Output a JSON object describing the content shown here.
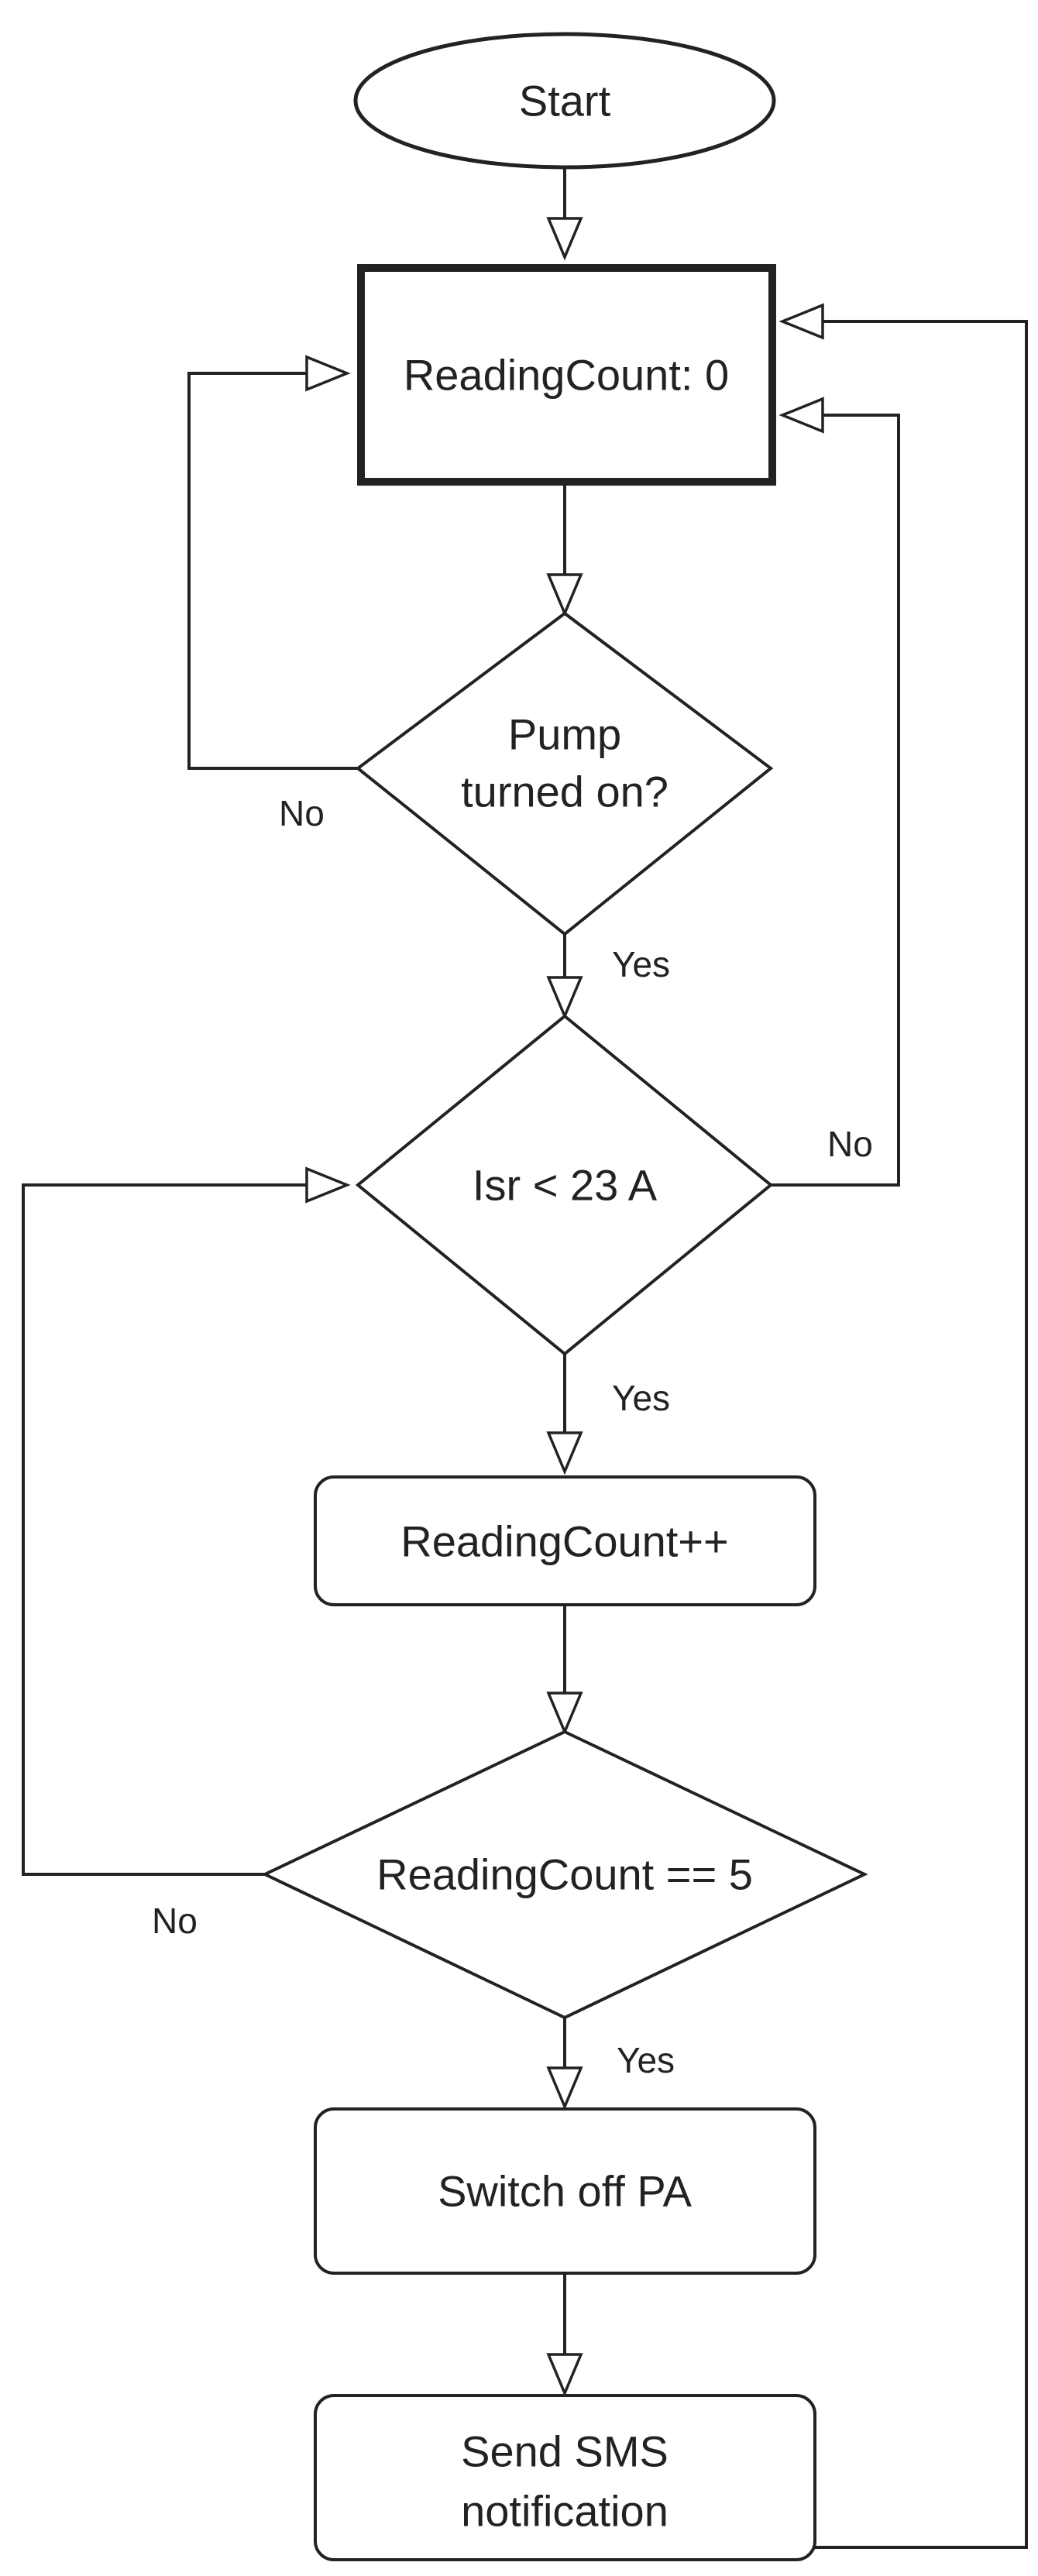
{
  "nodes": {
    "start": {
      "label": "Start"
    },
    "reading_count_reset": {
      "label": "ReadingCount: 0"
    },
    "pump_check": {
      "label_line1": "Pump",
      "label_line2": "turned on?"
    },
    "current_check": {
      "label": "Isr < 23 A"
    },
    "reading_count_increment": {
      "label": "ReadingCount++"
    },
    "reading_count_check": {
      "label": "ReadingCount == 5"
    },
    "switch_off": {
      "label": "Switch off PA"
    },
    "send_sms": {
      "label_line1": "Send SMS",
      "label_line2": "notification"
    }
  },
  "edges": {
    "pump_no": "No",
    "pump_yes": "Yes",
    "current_no": "No",
    "current_yes": "Yes",
    "count_no": "No",
    "count_yes": "Yes"
  }
}
